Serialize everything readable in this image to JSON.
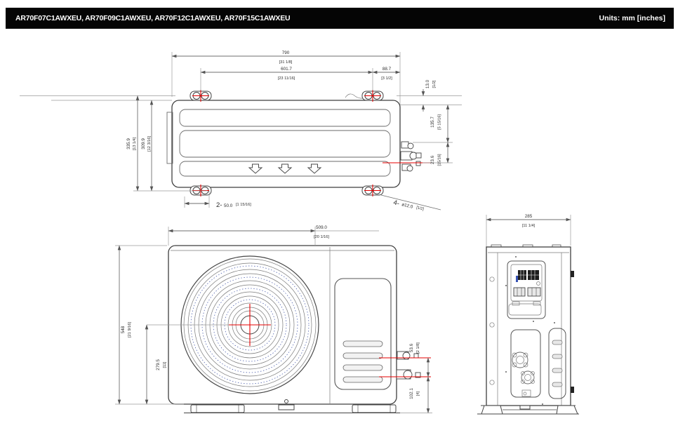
{
  "header": {
    "models": "AR70F07C1AWXEU, AR70F09C1AWXEU, AR70F12C1AWXEU, AR70F15C1AWXEU",
    "units": "Units: mm [inches]"
  },
  "colors": {
    "header_bg": "#050505",
    "centerline_red": "#e60000",
    "grille_blue": "#3b4fa5"
  },
  "top_view": {
    "width_mm": "790",
    "width_in": "[31 1/8]",
    "feet_span_mm": "601.7",
    "feet_span_in": "[23 11/16]",
    "side_offset_mm": "88.7",
    "side_offset_in": "[3 1/2]",
    "edge_gap_mm": "13.0",
    "edge_gap_in": "[1/2]",
    "depth_total_mm": "335.9",
    "depth_total_in": "[13 1/4]",
    "depth_feet_mm": "309.9",
    "depth_feet_in": "[12 3/16]",
    "pipe_upper_mm": "135.7",
    "pipe_upper_in": "[5 15/16]",
    "pipe_lower_mm": "23.6",
    "pipe_lower_in": "[15/16]",
    "slot_qty": "2-",
    "slot_mm": "50.0",
    "slot_in": "[1 15/16]",
    "hole_qty": "4-",
    "hole_mm": "ø12.0",
    "hole_in": "[1/2]"
  },
  "front_view": {
    "fan_mm": "509.0",
    "fan_in": "[20 1/16]",
    "height_mm": "548",
    "height_in": "[21 9/16]",
    "fan_center_mm": "279.5",
    "fan_center_in": "[11]",
    "valve_gap_mm": "53.6",
    "valve_gap_in": "[2 1/8]",
    "valve_base_mm": "102.1",
    "valve_base_in": "[4]"
  },
  "side_view": {
    "depth_mm": "285",
    "depth_in": "[11 1/4]"
  }
}
